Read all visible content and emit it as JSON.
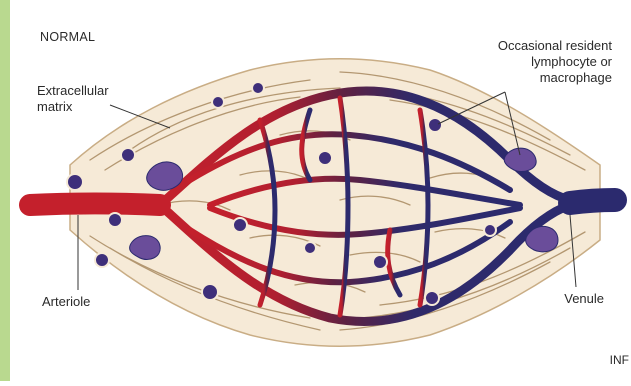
{
  "diagram": {
    "state_label": "NORMAL",
    "labels": {
      "extracellular_matrix": [
        "Extracellular",
        "matrix"
      ],
      "resident_cell": [
        "Occasional resident",
        "lymphocyte or",
        "macrophage"
      ],
      "arteriole": "Arteriole",
      "venule": "Venule",
      "cropped_next_panel": "INF"
    },
    "colors": {
      "arterial": "#c4202c",
      "venous": "#2b2a6e",
      "transition": "#5e2142",
      "matrix_fill": "#f6ead7",
      "fiber": "#b39771",
      "nucleus": "#3e2f7a",
      "macrophage": "#6a4d9a",
      "accent_bar": "#b9d98f"
    }
  }
}
